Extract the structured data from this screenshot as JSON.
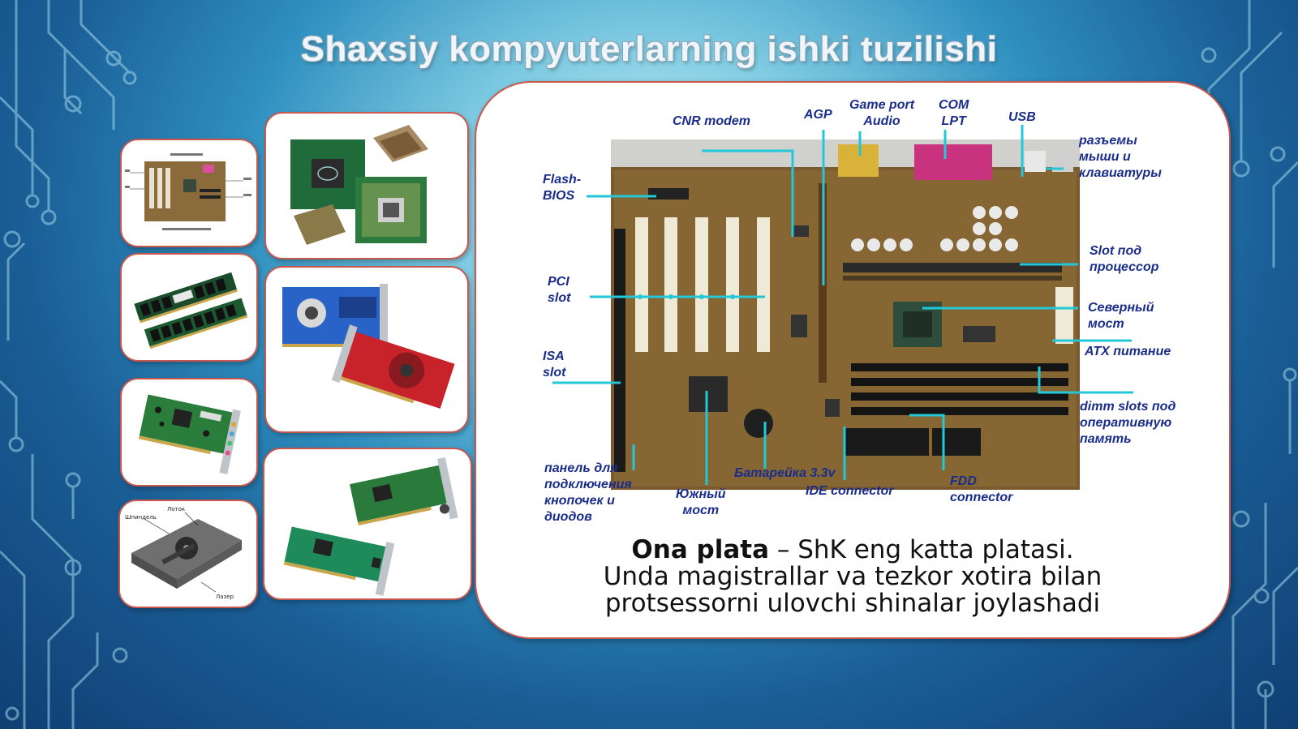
{
  "title": "Shaxsiy kompyuterlarning ishki tuzilishi",
  "thumbnails": [
    {
      "name": "motherboard-thumbnail"
    },
    {
      "name": "processors-thumbnail"
    },
    {
      "name": "ram-modules-thumbnail"
    },
    {
      "name": "video-cards-thumbnail"
    },
    {
      "name": "sound-card-thumbnail"
    },
    {
      "name": "network-cards-thumbnail"
    },
    {
      "name": "optical-drive-thumbnail",
      "labels": [
        "Лоток",
        "Шпиндель",
        "Лазер"
      ]
    }
  ],
  "diagram": {
    "labels": {
      "cnr_modem": "CNR modem",
      "agp": "AGP",
      "game_port": "Game port\nAudio",
      "com_lpt": "COM\nLPT",
      "usb": "USB",
      "mouse_kb": "разъемы\nмыши и\nклавиатуры",
      "flash_bios": "Flash-\nBIOS",
      "slot_cpu": "Slot под\nпроцессор",
      "pci_slot": "PCI\nslot",
      "north_bridge": "Северный\nмост",
      "atx_power": "ATX питание",
      "isa_slot": "ISA\nslot",
      "dimm_slots": "dimm slots под\nоперативную\nпамять",
      "front_panel": "панель для\nподключения\nкнопочек и\nдиодов",
      "battery": "Батарейка 3.3v",
      "south_bridge": "Южный\nмост",
      "ide_connector": "IDE connector",
      "fdd_connector": "FDD\nconnector"
    },
    "caption_bold": "Ona plata",
    "caption_line1_rest": " – ShK eng katta platasi.",
    "caption_line2": "Unda magistrallar va tezkor xotira bilan",
    "caption_line3": "protsessorni ulovchi shinalar joylashadi"
  },
  "colors": {
    "accent_border": "#c8574f",
    "label_text": "#1a2d8a",
    "pointer_line": "#22c7d8"
  }
}
